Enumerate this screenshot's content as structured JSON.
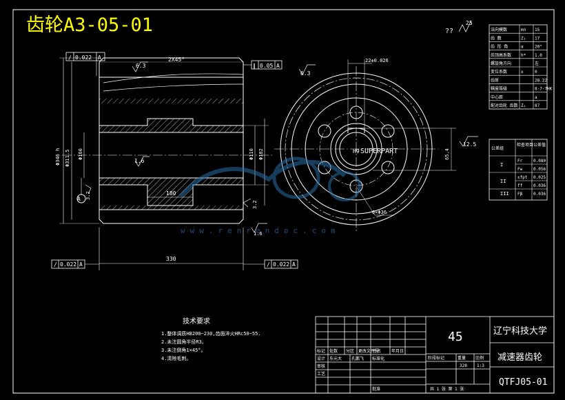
{
  "title": "齿轮A3-05-01",
  "top_right_mark": "??",
  "roughness_default": "25",
  "views": {
    "chamfer": "2X45°",
    "tol_left_top": {
      "sym": "∕",
      "val": "0.022",
      "datum": "A"
    },
    "tol_mid_top": {
      "sym": "∥",
      "val": "0.05",
      "datum": "A"
    },
    "tol_bottom_left": {
      "sym": "∕",
      "val": "0.022",
      "datum": "A"
    },
    "tol_bottom_right": {
      "sym": "∕",
      "val": "0.022",
      "datum": "A"
    },
    "rough_63a": "6.3",
    "rough_63b": "6.3",
    "rough_16a": "1.6",
    "rough_16b": "1.6",
    "rough_32a": "3.2",
    "rough_32b": "3.2",
    "rough_125": "12.5",
    "len_180": "180",
    "len_330": "330",
    "dim_left_outer": "Φ346 h",
    "dim_left_mid": "Φ311.5",
    "dim_left_inner": "Φ160",
    "dim_right_a": "Φ110",
    "dim_right_b": "Φ182",
    "datum_a": "A",
    "keyway": "22±0.026",
    "right_dim": "65.4",
    "center_label": "H9",
    "superpart": "SUPERPART",
    "holes_label": "6×Φ36",
    "watermark": "www.renrendoc.com"
  },
  "param_table": [
    [
      "法向模数",
      "mn",
      "15"
    ],
    [
      "齿 数",
      "Z₁",
      "17"
    ],
    [
      "齿 形 角",
      "α",
      "20°"
    ],
    [
      "齿顶高系数",
      "h*",
      "1.0"
    ],
    [
      "螺旋角方向",
      "",
      "左"
    ],
    [
      "变位系数",
      "x",
      "0"
    ],
    [
      "齿厚",
      "",
      "28.22"
    ],
    [
      "精度等级",
      "",
      "8-7-7HK"
    ],
    [
      "中心距",
      "",
      "a"
    ],
    [
      "配对齿轮",
      "齿数",
      "Z₂",
      "87"
    ]
  ],
  "tolerance_table": {
    "header": [
      "公差组",
      "检查项目",
      "公差值"
    ],
    "groups": [
      {
        "name": "I",
        "rows": [
          [
            "Fr",
            "0.080"
          ],
          [
            "Fw",
            "0.056"
          ]
        ]
      },
      {
        "name": "II",
        "rows": [
          [
            "±fpt",
            "0.025"
          ],
          [
            "ff",
            "0.036"
          ]
        ]
      },
      {
        "name": "III",
        "rows": [
          [
            "Fβ",
            "0.036"
          ]
        ]
      }
    ]
  },
  "tech": {
    "heading": "技术要求",
    "items": [
      "1.整体调质HB200~230,齿面淬火HRc50~55.",
      "2.未注圆角半径R3。",
      "3.未注倒角1×45°。",
      "4.清除毛刺。"
    ]
  },
  "title_block": {
    "material": "45",
    "school": "辽宁科技大学",
    "part_name": "减速器齿轮",
    "drawing_no": "QTFJ05-01",
    "row_labels": [
      "标记",
      "处数",
      "分区",
      "更改文件号",
      "签名",
      "年月日"
    ],
    "designer_row": [
      "设计",
      "东元大",
      "孔鹏飞",
      "标准化"
    ],
    "check": "审核",
    "process": "工艺",
    "approve": "批准",
    "stage": "阶段标记",
    "weight": "重量",
    "scale": "比例",
    "weight_val": "328",
    "scale_val": "1:3",
    "sheets": "共 1 张 第 1 张"
  }
}
